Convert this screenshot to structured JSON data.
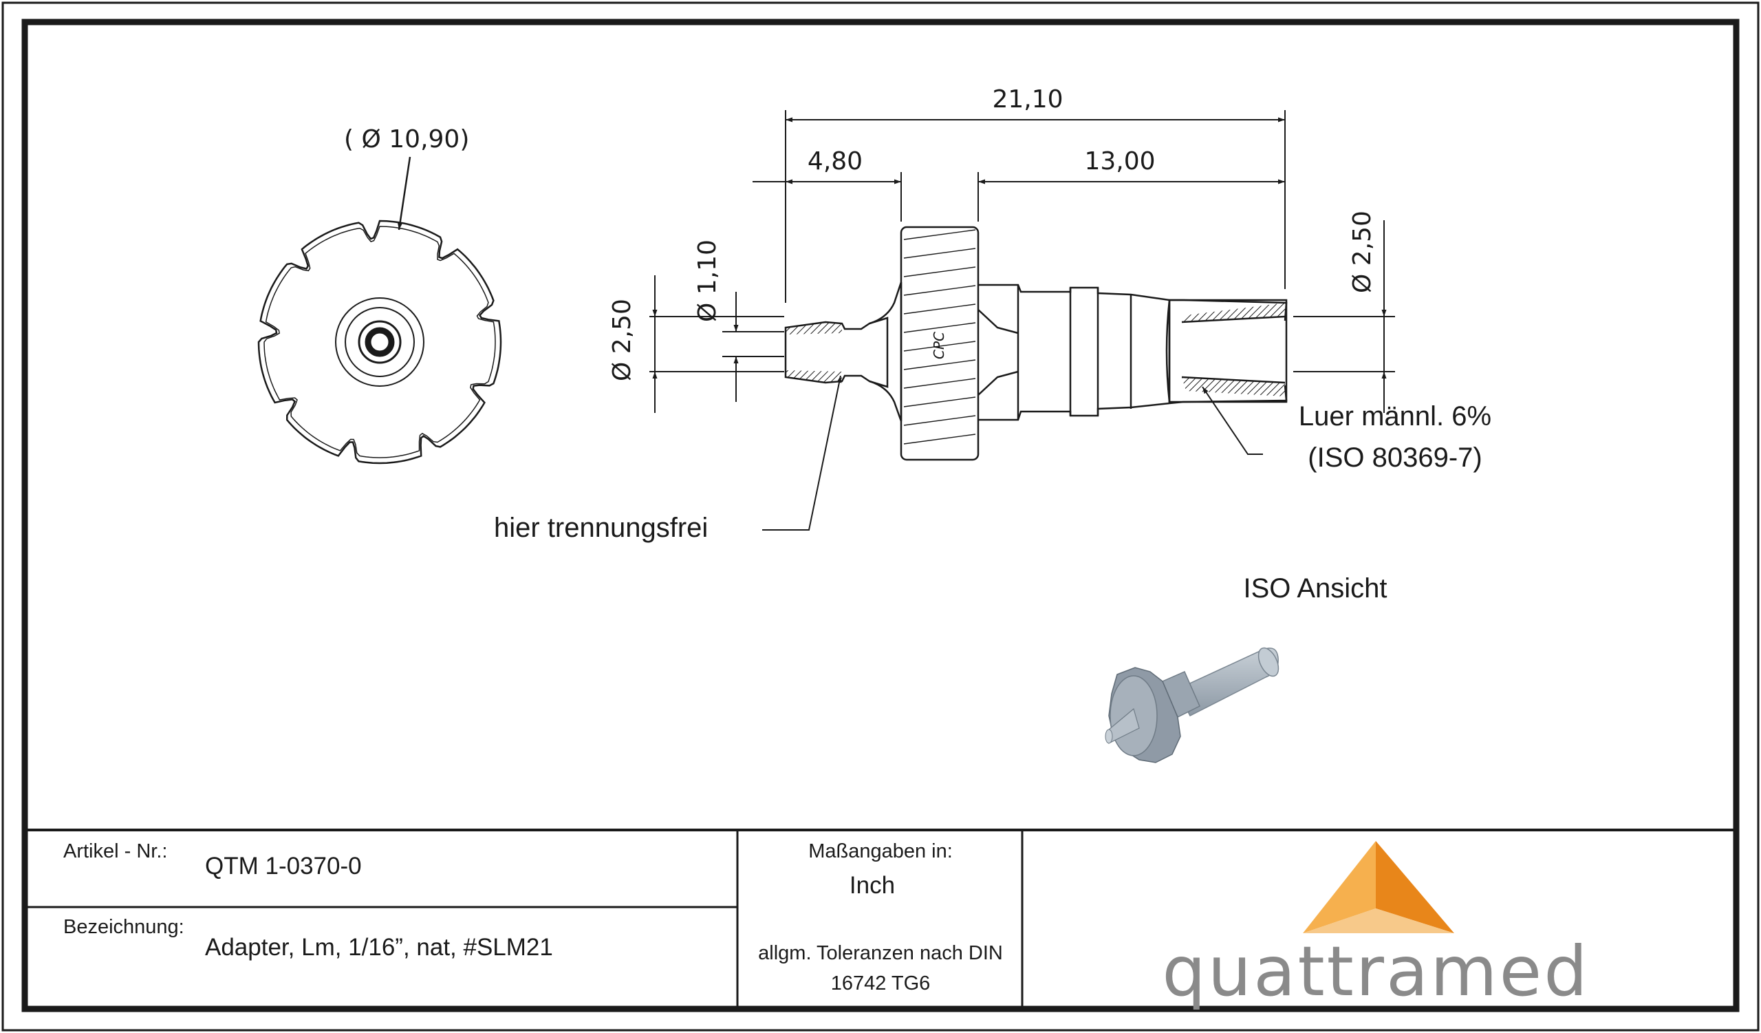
{
  "drawing": {
    "dimensions": {
      "outer_diameter": "( Ø 10,90)",
      "overall_length": "21,10",
      "tip_length": "4,80",
      "luer_length": "13,00",
      "tip_diameter": "Ø 2,50",
      "bore_diameter": "Ø 1,10",
      "luer_bore_diameter": "Ø 2,50"
    },
    "annotations": {
      "separation_free": "hier trennungsfrei",
      "luer_line1": "Luer männl. 6%",
      "luer_line2": "(ISO 80369-7)",
      "iso_view": "ISO Ansicht",
      "logo_mark": "CPC"
    }
  },
  "title_block": {
    "article_label": "Artikel - Nr.:",
    "article_value": "QTM 1-0370-0",
    "designation_label": "Bezeichnung:",
    "designation_value": "Adapter, Lm, 1/16”, nat, #SLM21",
    "units_label": "Maßangaben in:",
    "units_value": "Inch",
    "tolerance_line1": "allgm. Toleranzen nach DIN",
    "tolerance_line2": "16742 TG6",
    "company": "quattramed"
  },
  "colors": {
    "line": "#1a1a1a",
    "logo_orange_light": "#f6b04e",
    "logo_orange_dark": "#e8861a",
    "logo_orange_mid": "#f0a23a",
    "logo_text": "#8a8a8a",
    "iso_part": "#a9b3bd"
  }
}
